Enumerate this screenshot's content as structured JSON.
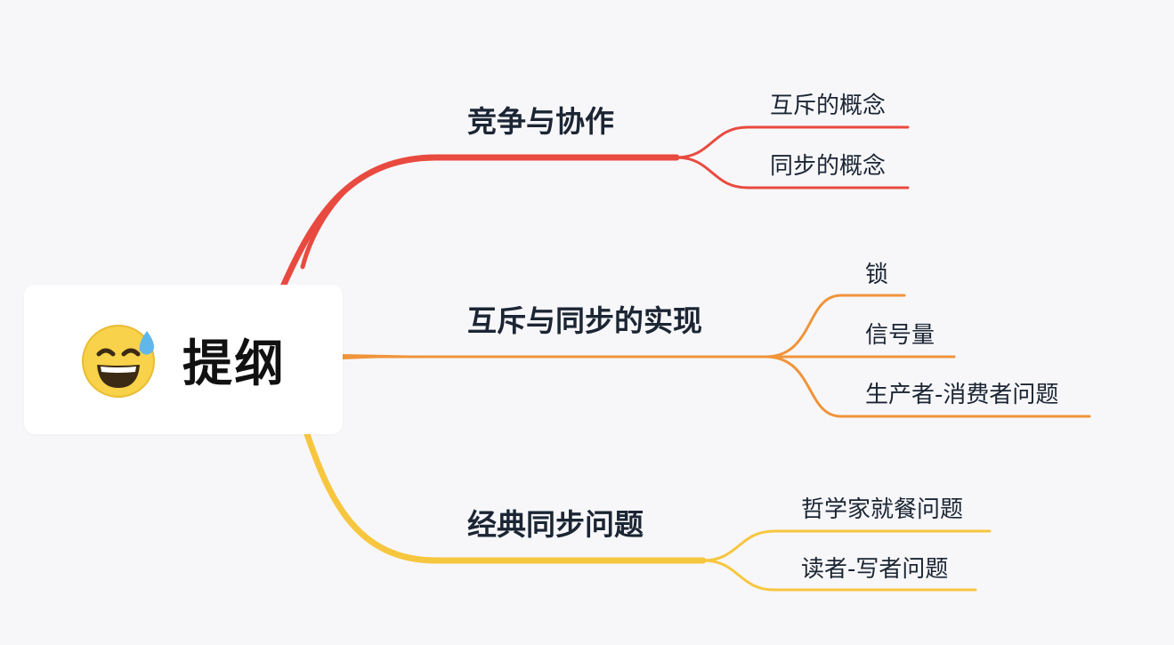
{
  "root": {
    "title": "提纲",
    "icon": "sweat-smile-emoji-icon"
  },
  "branches": [
    {
      "label": "竞争与协作",
      "color": "#e94a3f",
      "children": [
        "互斥的概念",
        "同步的概念"
      ]
    },
    {
      "label": "互斥与同步的实现",
      "color": "#f0943a",
      "children": [
        "锁",
        "信号量",
        "生产者-消费者问题"
      ]
    },
    {
      "label": "经典同步问题",
      "color": "#f7c63f",
      "children": [
        "哲学家就餐问题",
        "读者-写者问题"
      ]
    }
  ]
}
